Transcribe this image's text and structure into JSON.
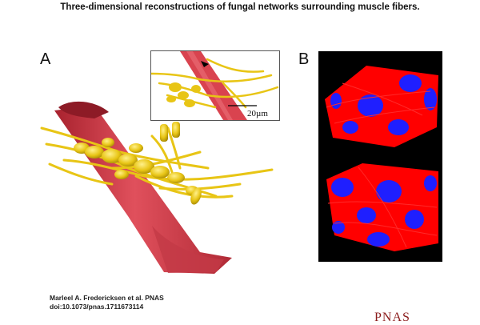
{
  "figure": {
    "title": "Three-dimensional reconstructions of fungal networks surrounding muscle fibers.",
    "panel_a_label": "A",
    "panel_b_label": "B",
    "inset_scale_label": "20µm",
    "citation_line1": "Marleel A. Fredericksen et al. PNAS",
    "citation_line2": "doi:10.1073/pnas.1711673114",
    "logo_text": "PNAS",
    "colors": {
      "muscle_fiber": "#d9434f",
      "fungal_network": "#f2d41f",
      "panel_b_background": "#000000",
      "panel_b_network": "#ff0000",
      "panel_b_nuclei": "#1f1fff"
    }
  }
}
